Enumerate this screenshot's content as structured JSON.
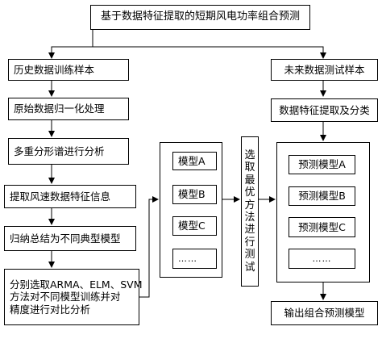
{
  "title": "基于数据特征提取的短期风电功率组合预测",
  "left": [
    "历史数据训练样本",
    "原始数据归一化处理",
    "多重分形谱进行分析",
    "提取风速数据特征信息",
    "归纳总结为不同典型模型"
  ],
  "left_last_lines": [
    "分别选取ARMA、ELM、SVM",
    "方法对不同模型训练并对",
    "精度进行对比分析"
  ],
  "models": [
    "模型A",
    "模型B",
    "模型C",
    "……"
  ],
  "select_chars": [
    "选",
    "取",
    "最",
    "优",
    "方",
    "法",
    "进",
    "行",
    "测",
    "试"
  ],
  "right": [
    "未来数据测试样本",
    "数据特征提取及分类"
  ],
  "predict": [
    "预测模型A",
    "预测模型B",
    "预测模型C",
    "……"
  ],
  "output": "输出组合预测模型"
}
